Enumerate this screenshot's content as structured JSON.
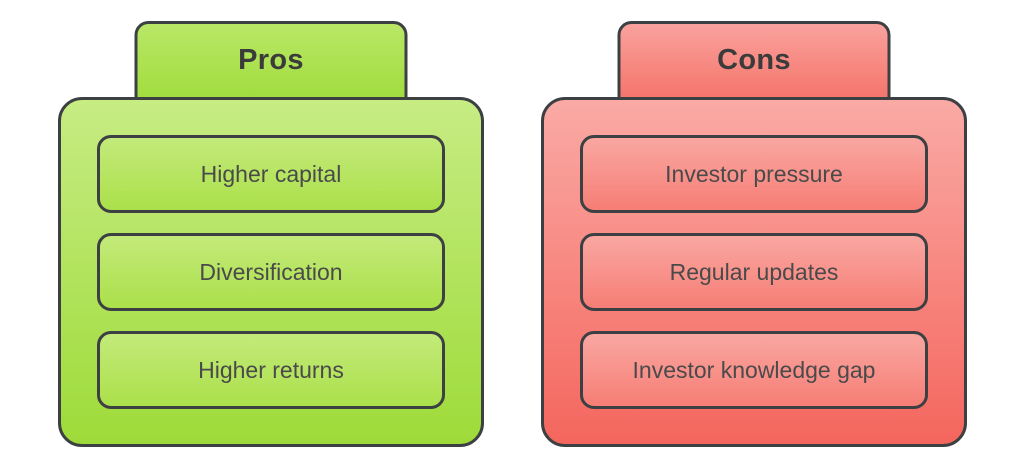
{
  "colors": {
    "page_bg": "#ffffff",
    "outline": "#3d4043",
    "heading_text": "#3b3b3b",
    "item_text": "#4a4a4a",
    "pros_tab_top": "#b9e767",
    "pros_tab_bottom": "#a2dd3f",
    "pros_body_top": "#c6ec83",
    "pros_body_bottom": "#9edb39",
    "pros_item_top": "#c3ea7a",
    "pros_item_bottom": "#abe04a",
    "cons_tab_top": "#f9a29d",
    "cons_tab_bottom": "#f5766d",
    "cons_body_top": "#faaaa5",
    "cons_body_bottom": "#f4665d",
    "cons_item_top": "#f9a7a1",
    "cons_item_bottom": "#f67e76"
  },
  "pros_card": {
    "tab_label": "Pros",
    "items": [
      "Higher capital",
      "Diversification",
      "Higher returns"
    ]
  },
  "cons_card": {
    "tab_label": "Cons",
    "items": [
      "Investor pressure",
      "Regular updates",
      "Investor knowledge gap"
    ]
  }
}
